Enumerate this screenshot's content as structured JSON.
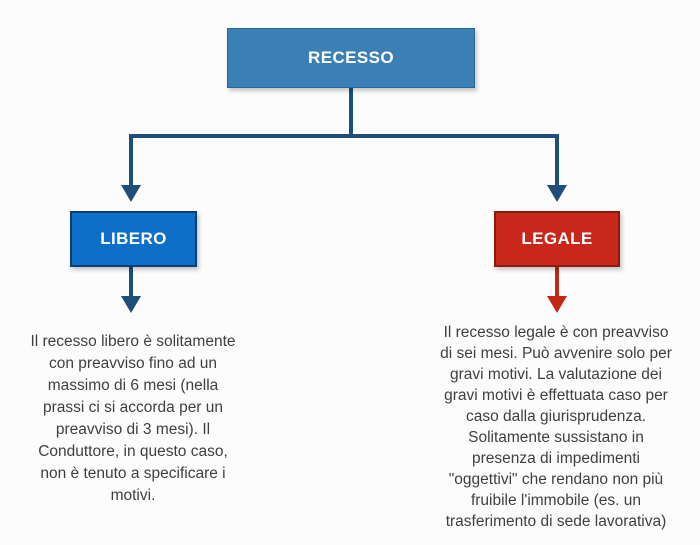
{
  "diagram": {
    "background": "#fcfcfc",
    "connector_color": "#1f4e79",
    "body_text_color": "#3f3f3f",
    "root": {
      "label": "RECESSO",
      "fill": "#3b80b5",
      "border": "#2a6597",
      "label_color": "#ffffff"
    },
    "branches": [
      {
        "label": "LIBERO",
        "fill": "#0e6fc8",
        "border": "#0b3e75",
        "label_color": "#ffffff",
        "arrow_color": "#1f4e79",
        "description_lines": [
          "Il recesso libero è solitamente",
          "con preavviso fino ad un",
          "massimo di 6 mesi (nella",
          "prassi ci si accorda per un",
          "preavviso di 3 mesi). Il",
          "Conduttore, in questo caso,",
          "non è tenuto a specificare i",
          "motivi."
        ]
      },
      {
        "label": "LEGALE",
        "fill": "#c9271a",
        "border": "#8c1a0e",
        "label_color": "#ffffff",
        "arrow_color": "#c32814",
        "description_lines": [
          "Il recesso legale è con preavviso",
          "di sei mesi. Può avvenire solo per",
          "gravi motivi. La valutazione dei",
          "gravi motivi è effettuata caso per",
          "caso dalla giurisprudenza.",
          "Solitamente sussistano in",
          "presenza di impedimenti",
          "\"oggettivi\" che rendano non più",
          "fruibile l'immobile (es. un",
          "trasferimento di sede lavorativa)"
        ]
      }
    ]
  }
}
